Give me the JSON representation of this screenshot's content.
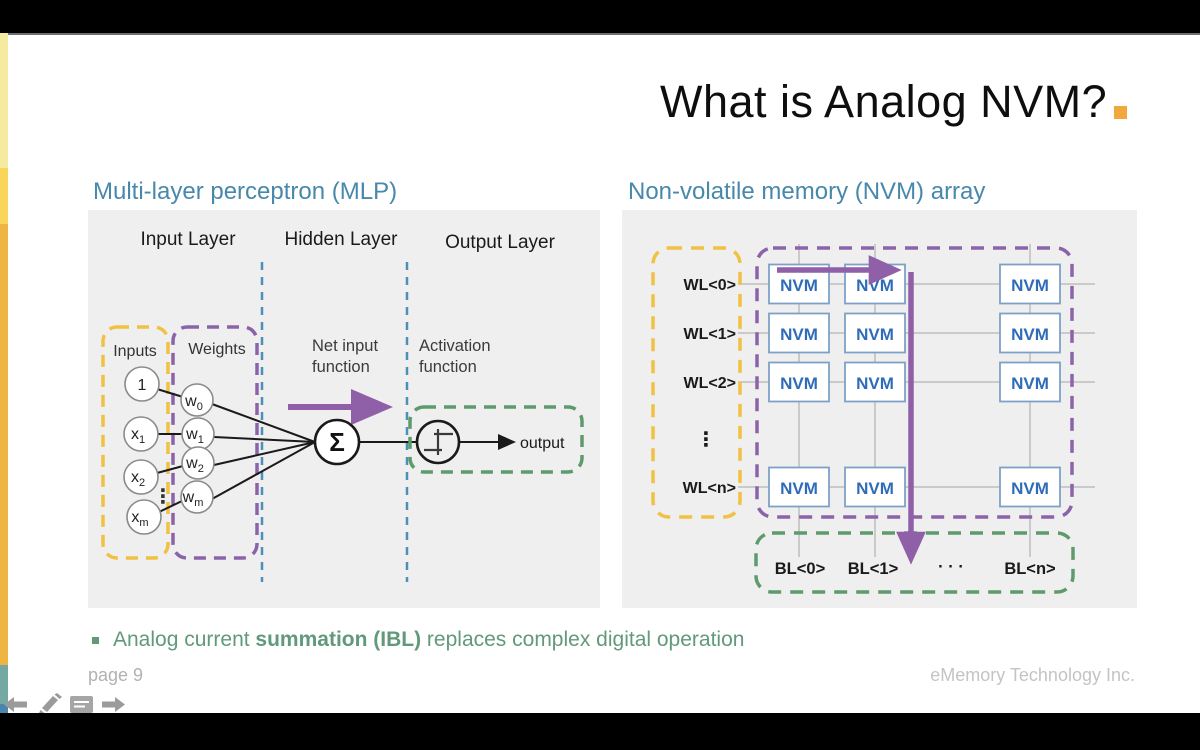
{
  "slide": {
    "title": "What is Analog NVM?",
    "bullet": {
      "pre": "Analog current ",
      "bold": "summation (IBL)",
      "post": " replaces complex digital operation"
    },
    "footer": {
      "page_label": "page 9",
      "company": "eMemory Technology Inc."
    }
  },
  "mlp": {
    "heading": "Multi-layer perceptron (MLP)",
    "layer_labels": [
      "Input Layer",
      "Hidden Layer",
      "Output Layer"
    ],
    "inputs_label": "Inputs",
    "weights_label": "Weights",
    "net_input_line1": "Net input",
    "net_input_line2": "function",
    "activation_line1": "Activation",
    "activation_line2": "function",
    "input_nodes": [
      {
        "base": "1",
        "sub": ""
      },
      {
        "base": "x",
        "sub": "1"
      },
      {
        "base": "x",
        "sub": "2"
      },
      {
        "base": "x",
        "sub": "m"
      }
    ],
    "weight_nodes": [
      {
        "base": "w",
        "sub": "0"
      },
      {
        "base": "w",
        "sub": "1"
      },
      {
        "base": "w",
        "sub": "2"
      },
      {
        "base": "w",
        "sub": "m"
      }
    ],
    "dots": "⋮",
    "sum_symbol": "Σ",
    "output_label": "output"
  },
  "nvm": {
    "heading": "Non-volatile memory (NVM) array",
    "wordlines": [
      "WL<0>",
      "WL<1>",
      "WL<2>",
      "WL<n>"
    ],
    "wl_dots": "⋮",
    "cell_label": "NVM",
    "bitlines": [
      "BL<0>",
      "BL<1>",
      "· · ·",
      "BL<n>"
    ]
  },
  "colors": {
    "accent_orange_square": "#f2a73d",
    "heading_blue": "#4788ab",
    "bullet_green": "#61997a",
    "box_yellow": "#f0c143",
    "box_purple": "#8a63a8",
    "box_green": "#5d9b6c",
    "arrow_purple": "#8f5fa8",
    "nvm_text_blue": "#2e6cb8",
    "dashed_blue": "#4a90b8"
  },
  "nav_icons": [
    "previous-arrow",
    "pencil",
    "notes",
    "next-arrow"
  ]
}
